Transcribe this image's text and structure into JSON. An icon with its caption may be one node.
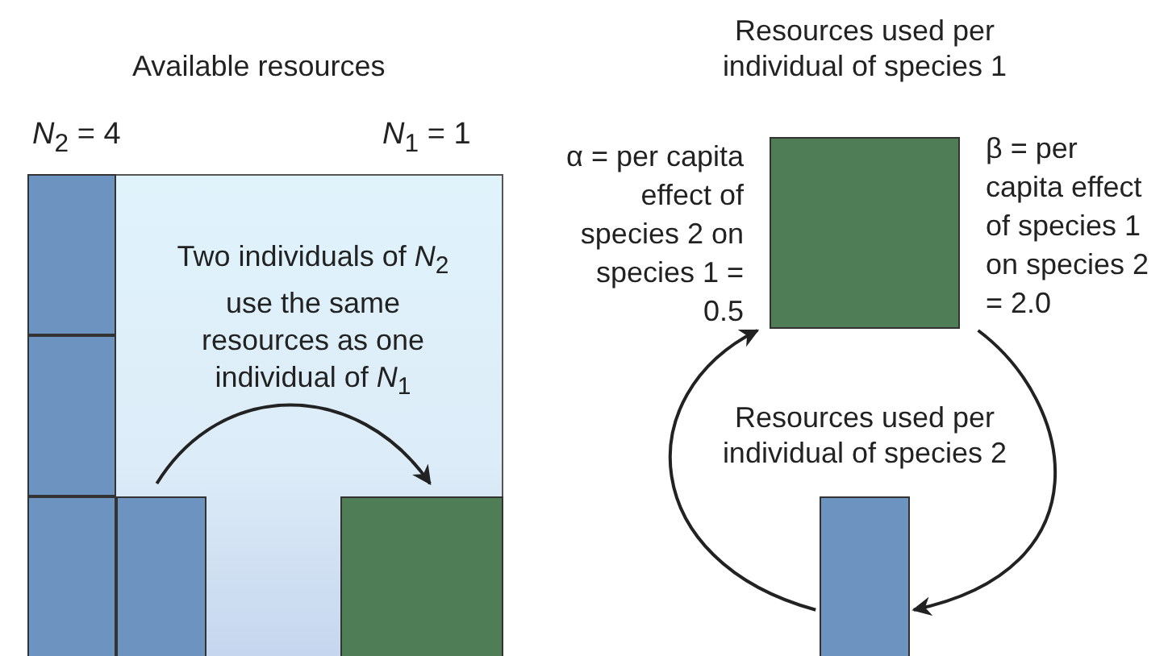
{
  "diagram": {
    "nodes": [
      {
        "text": [
          "Available resources",
          "Two individuals of *N*$_{2}$ use the same resources as one individual of *N*$_{1}$"
        ]
      },
      {
        "text": [],
        "shape": "box",
        "in": 0
      },
      {
        "text": [],
        "shape": "box",
        "in": 0
      },
      {
        "text": [],
        "shape": "box",
        "in": 0
      },
      {
        "text": [],
        "shape": "box",
        "in": 0
      },
      {
        "text": [],
        "shape": "box",
        "in": 0
      },
      {
        "text": [
          "Resources used per individual of species 1"
        ]
      },
      {
        "text": [
          "Resources used per individual of species 2"
        ]
      }
    ],
    "edges": [
      {
        "from": 4,
        "to": 5,
        "arrow": "to"
      },
      {
        "from": 7,
        "to": 6,
        "arrow": "to",
        "label": "α = per capita effect of species 2 on species 1 = 0.5"
      },
      {
        "from": 6,
        "to": 7,
        "arrow": "to",
        "label": "β = per capita effect of species 1 on species 2 = 2.0"
      }
    ],
    "labels": [
      "*N*$_{2}$ = 4",
      "*N*$_{1}$ = 1"
    ]
  }
}
